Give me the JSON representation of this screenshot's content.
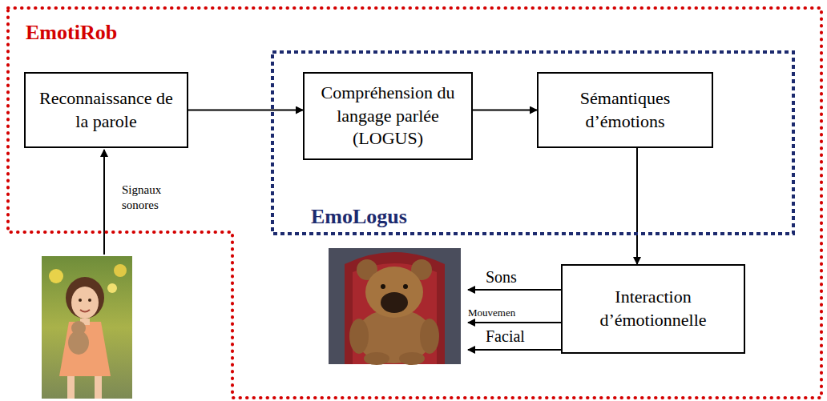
{
  "diagram": {
    "nodes": [
      {
        "text": [
          "EmotiRob"
        ]
      },
      {
        "text": [
          "Reconnaissance de la parole"
        ],
        "in": 0
      },
      {
        "text": [
          "EmoLogus"
        ],
        "in": 0
      },
      {
        "text": [
          "Compréhension du langage parlée (LOGUS)"
        ],
        "in": 2
      },
      {
        "text": [
          "Sémantiques d’émotions"
        ],
        "in": 2
      },
      {
        "text": [
          "Interaction d’émotionnelle"
        ],
        "in": 0
      }
    ],
    "edges": [
      {
        "from": 1,
        "to": 3,
        "arrow": "to"
      },
      {
        "from": 3,
        "to": 4,
        "arrow": "to"
      },
      {
        "from": 4,
        "to": 5,
        "arrow": "to"
      }
    ],
    "labels": [
      "Signaux sonores",
      "Sons",
      "Mouvemen",
      "Facial"
    ]
  }
}
